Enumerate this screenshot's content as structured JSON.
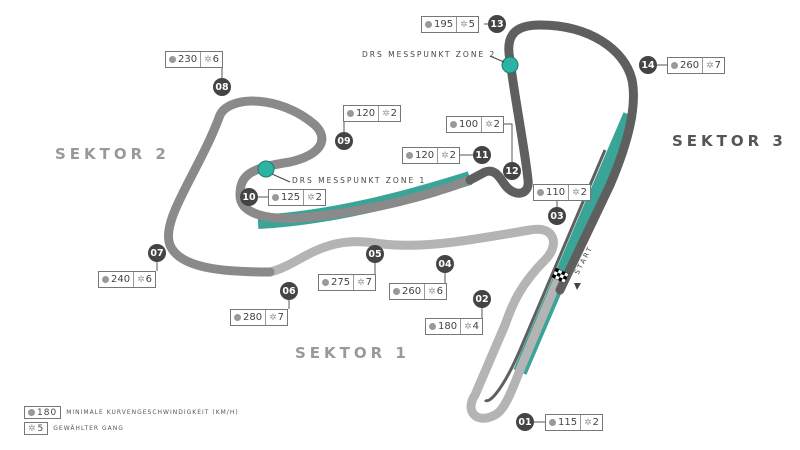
{
  "colors": {
    "track_dark": "#5f5f5f",
    "track_mid": "#8a8a8a",
    "track_light": "#b4b4b4",
    "drs": "#3aa597",
    "badge": "#444444"
  },
  "sectors": [
    {
      "label": "SEKTOR 1"
    },
    {
      "label": "SEKTOR 2"
    },
    {
      "label": "SEKTOR 3"
    }
  ],
  "drs": {
    "zone1": "DRS MESSPUNKT ZONE 1",
    "zone2": "DRS MESSPUNKT ZONE 2"
  },
  "start_label": "START",
  "corners": [
    {
      "num": "01",
      "speed": "115",
      "gear": "2"
    },
    {
      "num": "02",
      "speed": "180",
      "gear": "4"
    },
    {
      "num": "03",
      "speed": "110",
      "gear": "2"
    },
    {
      "num": "04",
      "speed": "260",
      "gear": "6"
    },
    {
      "num": "05",
      "speed": "275",
      "gear": "7"
    },
    {
      "num": "06",
      "speed": "280",
      "gear": "7"
    },
    {
      "num": "07",
      "speed": "240",
      "gear": "6"
    },
    {
      "num": "08",
      "speed": "230",
      "gear": "6"
    },
    {
      "num": "09",
      "speed": "120",
      "gear": "2"
    },
    {
      "num": "10",
      "speed": "125",
      "gear": "2"
    },
    {
      "num": "11",
      "speed": "120",
      "gear": "2"
    },
    {
      "num": "12",
      "speed": "100",
      "gear": "2"
    },
    {
      "num": "13",
      "speed": "195",
      "gear": "5"
    },
    {
      "num": "14",
      "speed": "260",
      "gear": "7"
    }
  ],
  "legend": [
    {
      "sample": "180",
      "text": "MINIMALE KURVENGESCHWINDIGKEIT (KM/H)"
    },
    {
      "sample": "5",
      "text": "GEWÄHLTER GANG"
    }
  ]
}
